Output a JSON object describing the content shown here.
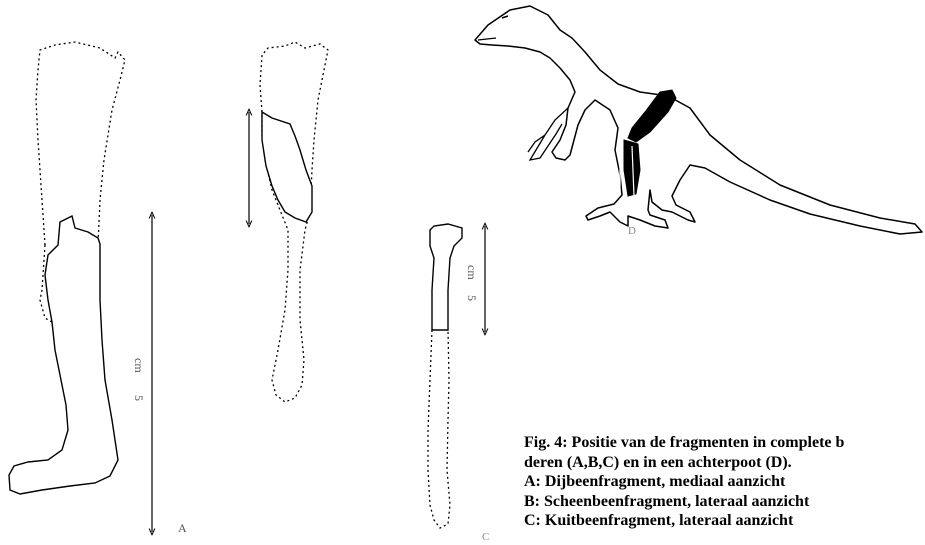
{
  "figure": {
    "caption": {
      "lines": [
        "Fig. 4: Positie van de fragmenten in complete b",
        "deren (A,B,C) en in een achterpoot (D).",
        "A: Dijbeenfragment, mediaal aanzicht",
        "B: Scheenbeenfragment, lateraal aanzicht",
        "C: Kuitbeenfragment, lateraal aanzicht"
      ]
    },
    "labels": {
      "a": "A",
      "c": "C",
      "d": "D"
    },
    "colors": {
      "ink": "#000000",
      "bone_fill": "#000000",
      "paper": "#ffffff"
    }
  }
}
